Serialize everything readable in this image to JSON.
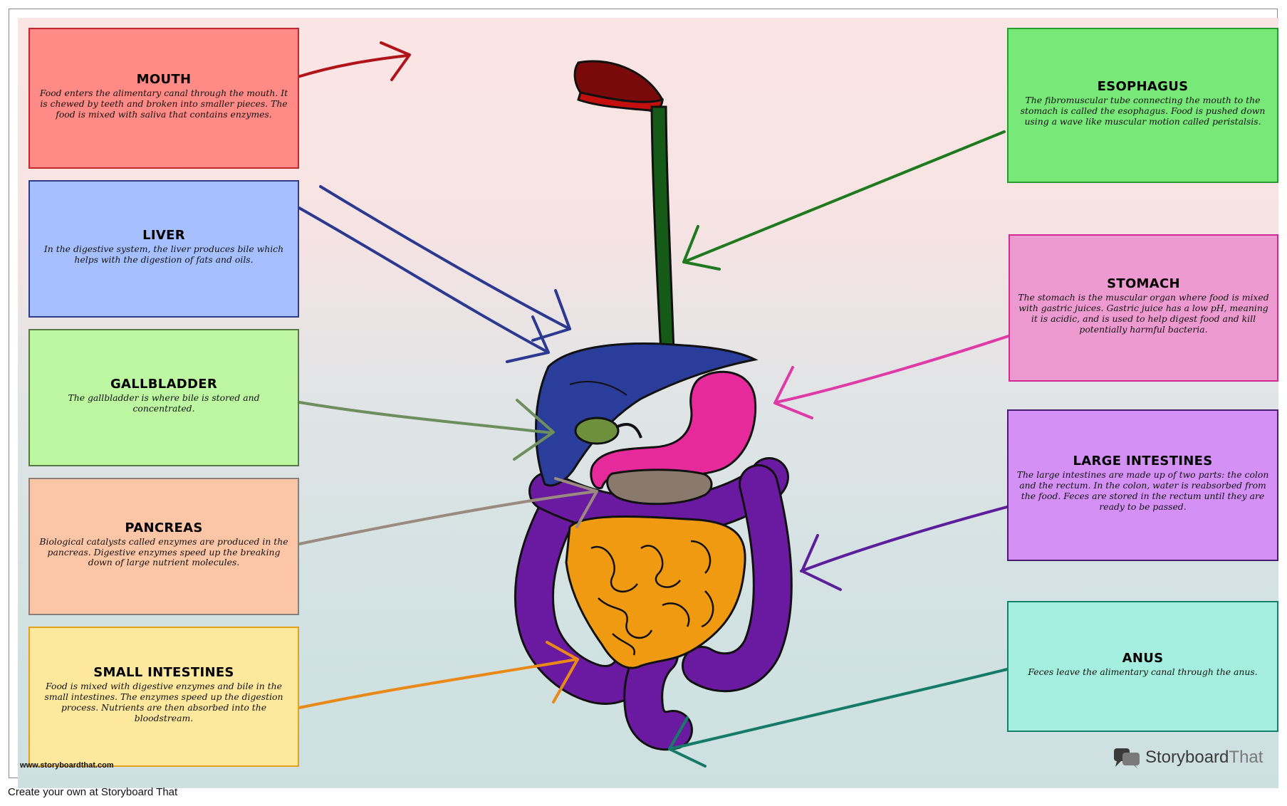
{
  "boxes": {
    "mouth": {
      "title": "MOUTH",
      "desc": "Food enters the alimentary canal through the mouth. It is chewed by teeth and broken into smaller pieces. The food is mixed with saliva that contains enzymes."
    },
    "liver": {
      "title": "LIVER",
      "desc": "In the digestive system, the liver produces bile which helps with the digestion of fats and oils."
    },
    "gallbladder": {
      "title": "GALLBLADDER",
      "desc": "The gallbladder is where bile is stored and concentrated."
    },
    "pancreas": {
      "title": "PANCREAS",
      "desc": "Biological catalysts called enzymes are produced in the pancreas. Digestive enzymes speed up the breaking down of large nutrient molecules."
    },
    "small_intestines": {
      "title": "SMALL INTESTINES",
      "desc": "Food is mixed with digestive enzymes and bile in the small intestines. The enzymes speed up the digestion process. Nutrients are then absorbed into the bloodstream."
    },
    "esophagus": {
      "title": "ESOPHAGUS",
      "desc": "The fibromuscular tube connecting the mouth to the stomach is called the esophagus. Food is pushed down using a wave like muscular motion called peristalsis."
    },
    "stomach": {
      "title": "STOMACH",
      "desc": "The stomach is the muscular organ where food is mixed with gastric juices. Gastric juice has a low pH, meaning it is acidic, and is used to help digest food and kill potentially harmful bacteria."
    },
    "large_intestines": {
      "title": "LARGE INTESTINES",
      "desc": "The large intestines are made up of two parts: the colon and the rectum. In the colon, water is reabsorbed from the food. Feces are stored in the rectum until they are ready to be passed."
    },
    "anus": {
      "title": "ANUS",
      "desc": "Feces leave the alimentary canal through the anus."
    }
  },
  "colors": {
    "mouth": "#ff8a86",
    "liver": "#a6c0ff",
    "gallbladder": "#bdf7a1",
    "pancreas": "#fcc6a6",
    "small_intestines": "#fde89d",
    "esophagus": "#78e879",
    "stomach": "#ec9ad0",
    "large_intestines": "#d490f5",
    "anus": "#a5efe0"
  },
  "watermark_url": "www.storyboardthat.com",
  "brand": {
    "name_part1": "Storyboard",
    "name_part2": "That",
    "icon": "storyboard-chat-icon"
  },
  "footer": "Create your own at Storyboard That"
}
